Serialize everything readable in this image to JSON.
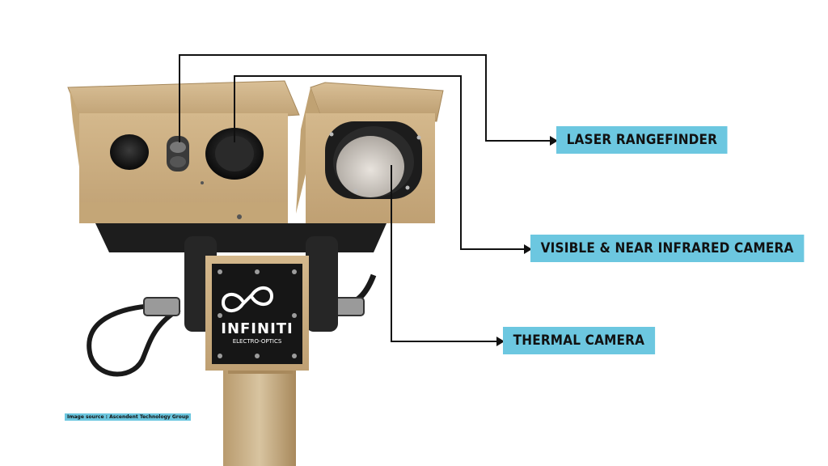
{
  "labels": {
    "laser": "LASER RANGEFINDER",
    "visible": "VISIBLE & NEAR INFRARED CAMERA",
    "thermal": "THERMAL CAMERA"
  },
  "brand": {
    "name": "INFINITI",
    "subtitle": "ELECTRO-OPTICS"
  },
  "source": "Image source : Ascendent Technology Group",
  "colors": {
    "label_bg": "#6cc7e0",
    "housing": "#c9ab80",
    "mount": "#1d1d1d",
    "line": "#111111"
  }
}
